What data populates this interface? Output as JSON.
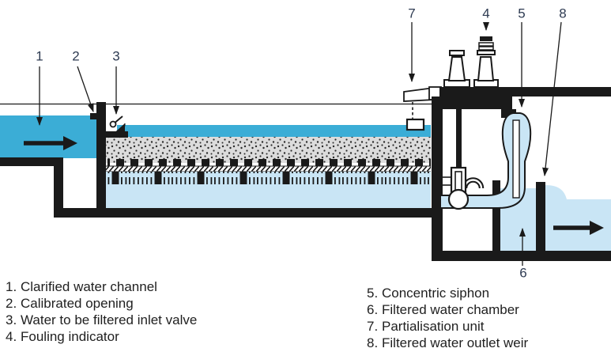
{
  "colors": {
    "water": "#3badd6",
    "water-light": "#c9e5f5",
    "sand": "#dcdcdc",
    "ink": "#1a1a1a",
    "callout": "#2e3b52"
  },
  "callouts": {
    "1": "1",
    "2": "2",
    "3": "3",
    "4": "4",
    "5": "5",
    "6": "6",
    "7": "7",
    "8": "8"
  },
  "legend": {
    "col1": [
      {
        "n": "1.",
        "t": "Clarified water channel"
      },
      {
        "n": "2.",
        "t": "Calibrated opening"
      },
      {
        "n": "3.",
        "t": "Water to be filtered inlet valve"
      },
      {
        "n": "4.",
        "t": "Fouling indicator"
      }
    ],
    "col2": [
      {
        "n": "5.",
        "t": "Concentric siphon"
      },
      {
        "n": "6.",
        "t": "Filtered water chamber"
      },
      {
        "n": "7.",
        "t": "Partialisation unit"
      },
      {
        "n": "8.",
        "t": "Filtered water outlet weir"
      }
    ]
  }
}
